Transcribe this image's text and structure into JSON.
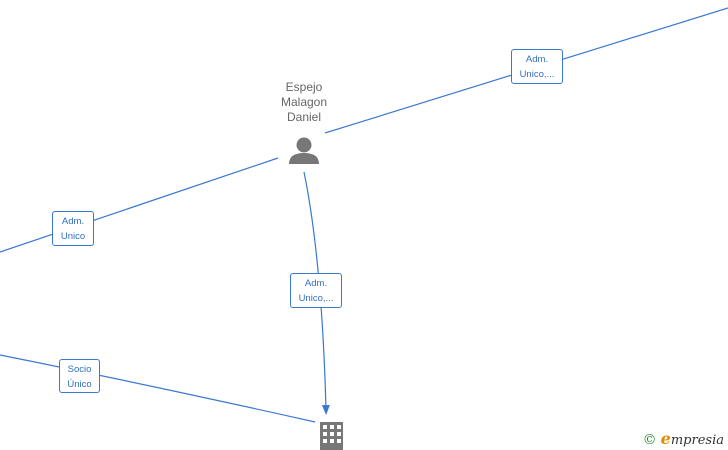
{
  "person": {
    "name_lines": [
      "Espejo",
      "Malagon",
      "Daniel"
    ],
    "icon": "person-icon",
    "color": "#777777"
  },
  "company": {
    "icon": "building-icon",
    "color": "#777777"
  },
  "edge_color": "#3a78d0",
  "edges": [
    {
      "id": "top-right",
      "lines": [
        "Adm.",
        "Unico,..."
      ]
    },
    {
      "id": "left",
      "lines": [
        "Adm.",
        "Unico"
      ]
    },
    {
      "id": "center",
      "lines": [
        "Adm.",
        "Unico,..."
      ]
    },
    {
      "id": "bottom-left",
      "lines": [
        "Socio",
        "Único"
      ]
    }
  ],
  "watermark": {
    "copyright": "©",
    "brand_initial": "e",
    "brand_rest": "mpresia"
  }
}
